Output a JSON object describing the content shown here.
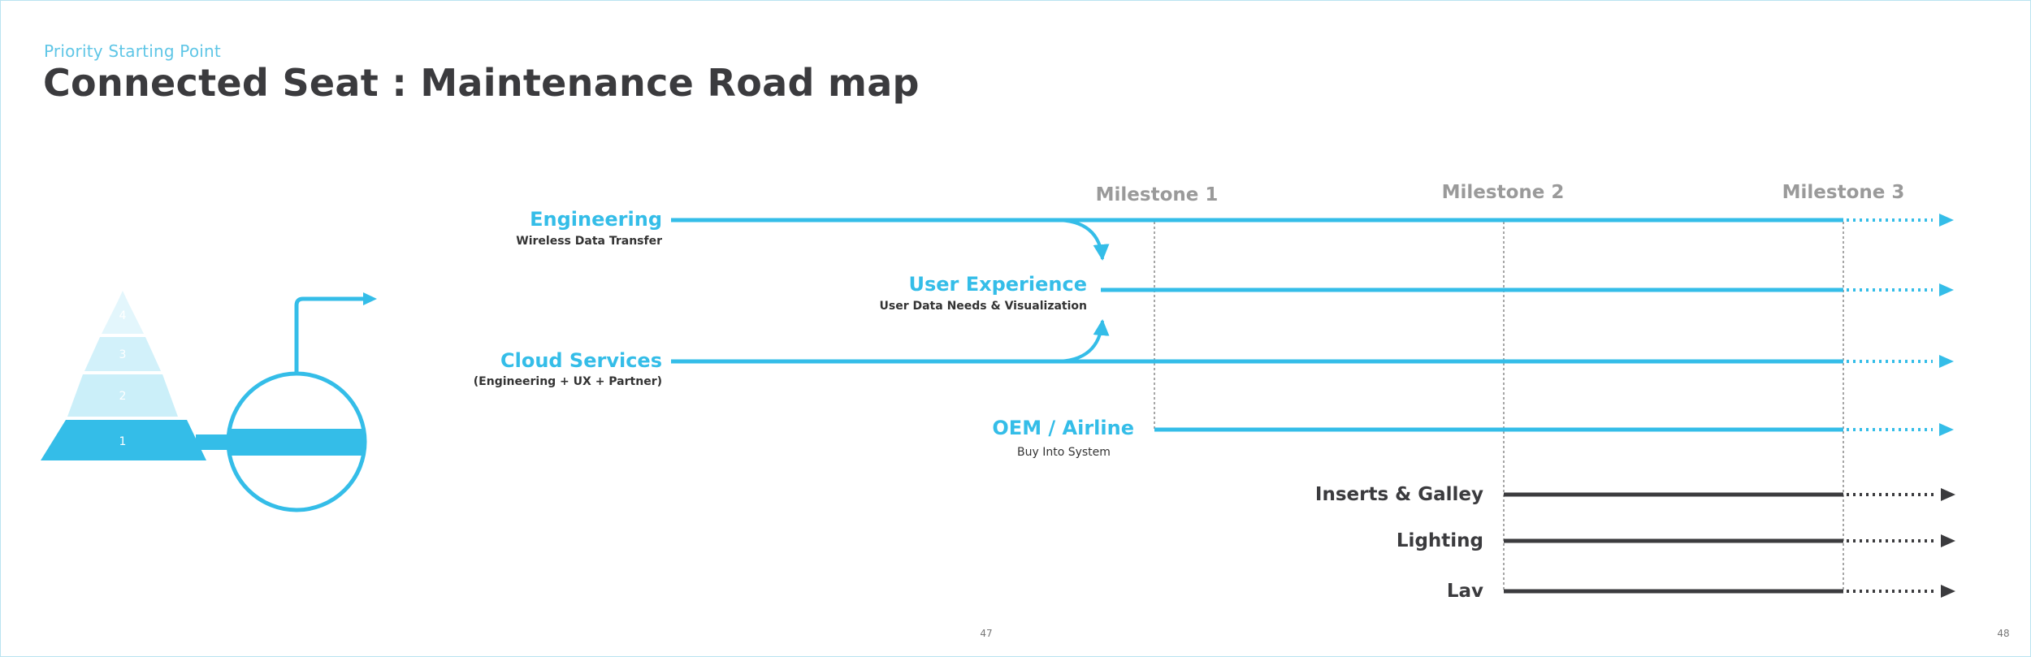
{
  "header": {
    "kicker": "Priority Starting Point",
    "title": "Connected Seat : Maintenance Road map"
  },
  "milestones": [
    "Milestone 1",
    "Milestone 2",
    "Milestone 3"
  ],
  "tracks": [
    {
      "label": "Engineering",
      "sub": "Wireless Data Transfer",
      "color": "blue"
    },
    {
      "label": "User Experience",
      "sub": "User Data Needs & Visualization",
      "color": "blue"
    },
    {
      "label": "Cloud Services",
      "sub": "(Engineering + UX + Partner)",
      "color": "blue"
    },
    {
      "label": "OEM / Airline",
      "sub": "Buy Into System",
      "color": "blue"
    },
    {
      "label": "Inserts & Galley",
      "sub": "",
      "color": "dark"
    },
    {
      "label": "Lighting",
      "sub": "",
      "color": "dark"
    },
    {
      "label": "Lav",
      "sub": "",
      "color": "dark"
    }
  ],
  "pyramid_levels": [
    "1",
    "2",
    "3",
    "4"
  ],
  "page_numbers": {
    "left": "47",
    "right": "48"
  },
  "colors": {
    "blue": "#34bde8",
    "light_blue": "#cbeff9",
    "dark": "#3b3b3e",
    "grey": "#9a9a9a"
  },
  "icons": [
    "priority-pyramid-icon",
    "tank-gauge-icon"
  ]
}
